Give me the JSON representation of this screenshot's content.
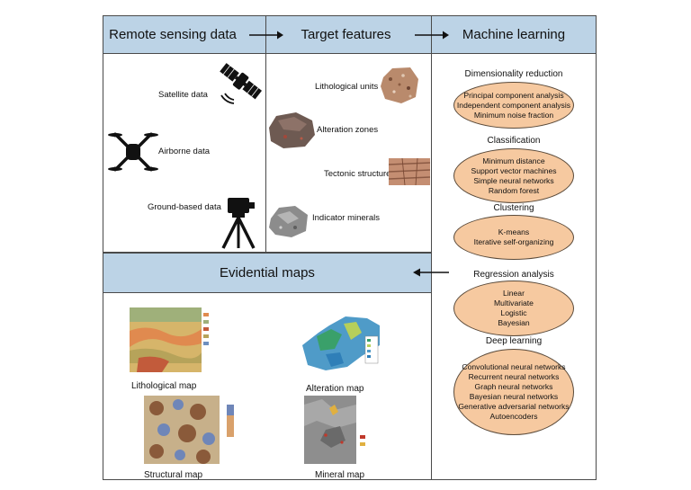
{
  "headers": {
    "remote_sensing": "Remote sensing data",
    "target_features": "Target features",
    "machine_learning": "Machine learning",
    "evidential_maps": "Evidential maps"
  },
  "data_sources": {
    "satellite": "Satellite data",
    "airborne": "Airborne data",
    "ground": "Ground-based data"
  },
  "features": {
    "lithological": "Lithological units",
    "alteration": "Alteration zones",
    "tectonic": "Tectonic structures",
    "indicator": "Indicator minerals"
  },
  "ml_sections": [
    {
      "title": "Dimensionality reduction",
      "items": [
        "Principal component analysis",
        "Independent component analysis",
        "Minimum noise fraction"
      ]
    },
    {
      "title": "Classification",
      "items": [
        "Minimum distance",
        "Support vector machines",
        "Simple neural networks",
        "Random forest"
      ]
    },
    {
      "title": "Clustering",
      "items": [
        "K-means",
        "Iterative self-organizing"
      ]
    },
    {
      "title": "Regression analysis",
      "items": [
        "Linear",
        "Multivariate",
        "Logistic",
        "Bayesian"
      ]
    },
    {
      "title": "Deep learning",
      "items": [
        "Convolutional neural networks",
        "Recurrent neural networks",
        "Graph neural networks",
        "Bayesian neural networks",
        "Generative adversarial networks",
        "Autoencoders"
      ]
    }
  ],
  "maps": {
    "lithological": "Lithological map",
    "alteration": "Alteration map",
    "structural": "Structural map",
    "mineral": "Mineral map"
  },
  "colors": {
    "header_fill": "#bcd3e6",
    "oval_fill": "#f6c9a0",
    "border": "#4a4a4a"
  }
}
